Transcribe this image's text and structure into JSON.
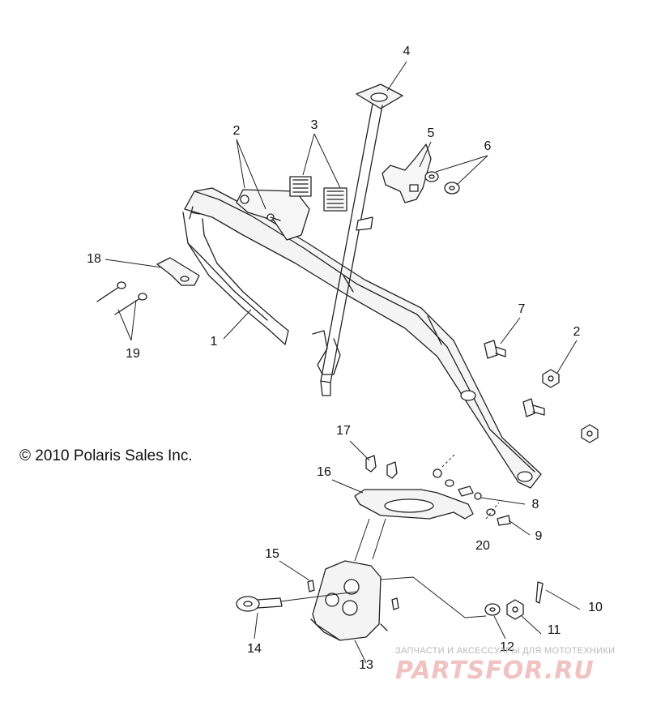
{
  "copyright": "© 2010 Polaris Sales Inc.",
  "watermark": {
    "tagline": "ЗАПЧАСТИ И АКСЕССУАРЫ ДЛЯ МОТОТЕХНИКИ",
    "logo": "PARTSFOR.RU"
  },
  "callouts": [
    "4",
    "2",
    "3",
    "5",
    "6",
    "18",
    "19",
    "1",
    "7",
    "2",
    "17",
    "16",
    "8",
    "20",
    "9",
    "15",
    "14",
    "13",
    "12",
    "11",
    "10"
  ]
}
